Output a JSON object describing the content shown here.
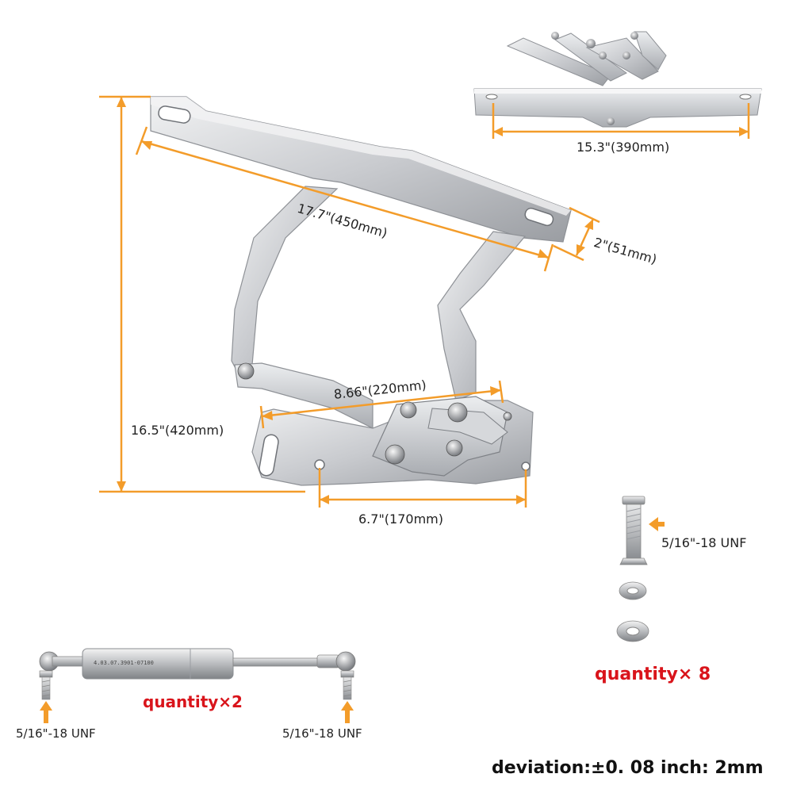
{
  "accent_color": "#f39c2a",
  "metal_colors": {
    "light": "#e6e7e9",
    "mid": "#c3c5c9",
    "dark": "#8e9196"
  },
  "dimensions": {
    "top_width": "15.3\"(390mm)",
    "arm_length": "17.7\"(450mm)",
    "arm_width": "2\"(51mm)",
    "total_height": "16.5\"(420mm)",
    "mid_link": "8.66\"(220mm)",
    "base_length": "6.7\"(170mm)"
  },
  "strut": {
    "part_mark": "4.03.07.3901-07100",
    "quantity": "quantity×2",
    "left_thread": "5/16\"-18 UNF",
    "right_thread": "5/16\"-18 UNF"
  },
  "bolt_kit": {
    "thread": "5/16\"-18 UNF",
    "quantity": "quantity× 8"
  },
  "deviation": "deviation:±0. 08 inch: 2mm"
}
